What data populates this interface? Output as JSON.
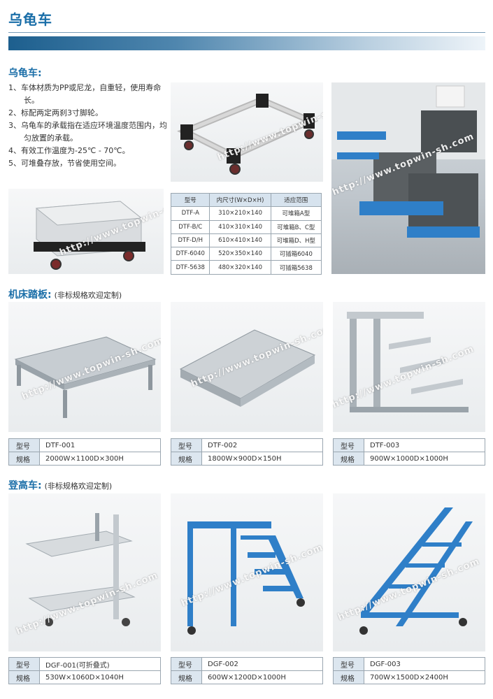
{
  "header": {
    "title": "乌龟车"
  },
  "section1": {
    "title": "乌龟车:",
    "features": [
      "1、车体材质为PP或尼龙，自重轻，使用寿命长。",
      "2、标配两定两刹3寸脚轮。",
      "3、乌龟车的承载指在适应环境温度范围内，均匀放置的承载。",
      "4、有效工作温度为-25℃ - 70℃。",
      "5、可堆叠存放，节省使用空间。"
    ],
    "table": {
      "headers": [
        "型号",
        "内尺寸(W×D×H)",
        "适应范围"
      ],
      "rows": [
        [
          "DTF-A",
          "310×210×140",
          "可堆箱A型"
        ],
        [
          "DTF-B/C",
          "410×310×140",
          "可堆箱B、C型"
        ],
        [
          "DTF-D/H",
          "610×410×140",
          "可堆箱D、H型"
        ],
        [
          "DTF-6040",
          "520×350×140",
          "可插箱6040"
        ],
        [
          "DTF-5638",
          "480×320×140",
          "可插箱5638"
        ]
      ]
    }
  },
  "section2": {
    "title": "机床踏板:",
    "note": "(非标规格欢迎定制)",
    "items": [
      {
        "model_label": "型号",
        "model": "DTF-001",
        "spec_label": "规格",
        "spec": "2000W×1100D×300H"
      },
      {
        "model_label": "型号",
        "model": "DTF-002",
        "spec_label": "规格",
        "spec": "1800W×900D×150H"
      },
      {
        "model_label": "型号",
        "model": "DTF-003",
        "spec_label": "规格",
        "spec": "900W×1000D×1000H"
      }
    ]
  },
  "section3": {
    "title": "登高车:",
    "note": "(非标规格欢迎定制)",
    "items": [
      {
        "model_label": "型号",
        "model": "DGF-001(可折叠式)",
        "spec_label": "规格",
        "spec": "530W×1060D×1040H"
      },
      {
        "model_label": "型号",
        "model": "DGF-002",
        "spec_label": "规格",
        "spec": "600W×1200D×1000H"
      },
      {
        "model_label": "型号",
        "model": "DGF-003",
        "spec_label": "规格",
        "spec": "700W×1500D×2400H"
      }
    ]
  },
  "watermark": "http://www.topwin-sh.com",
  "colors": {
    "accent": "#1a6ea8",
    "product_blue": "#2f7fc8",
    "header_band": "#1d5f8e"
  }
}
